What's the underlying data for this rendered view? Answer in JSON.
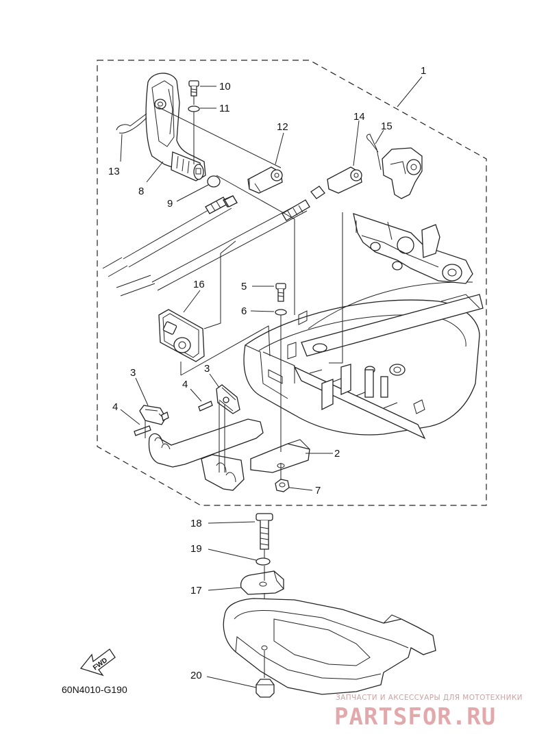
{
  "callouts": [
    {
      "id": "1",
      "text": "1"
    },
    {
      "id": "2",
      "text": "2"
    },
    {
      "id": "3a",
      "text": "3"
    },
    {
      "id": "3b",
      "text": "3"
    },
    {
      "id": "4a",
      "text": "4"
    },
    {
      "id": "4b",
      "text": "4"
    },
    {
      "id": "5",
      "text": "5"
    },
    {
      "id": "6",
      "text": "6"
    },
    {
      "id": "7",
      "text": "7"
    },
    {
      "id": "8",
      "text": "8"
    },
    {
      "id": "9",
      "text": "9"
    },
    {
      "id": "10",
      "text": "10"
    },
    {
      "id": "11",
      "text": "11"
    },
    {
      "id": "12",
      "text": "12"
    },
    {
      "id": "13",
      "text": "13"
    },
    {
      "id": "14",
      "text": "14"
    },
    {
      "id": "15",
      "text": "15"
    },
    {
      "id": "16",
      "text": "16"
    },
    {
      "id": "17",
      "text": "17"
    },
    {
      "id": "18",
      "text": "18"
    },
    {
      "id": "19",
      "text": "19"
    },
    {
      "id": "20",
      "text": "20"
    }
  ],
  "fwd_label": "FWD",
  "diagram_code": "60N4010-G190",
  "watermark": {
    "tagline": "ЗАПЧАСТИ И АКСЕССУАРЫ ДЛЯ МОТОТЕХНИКИ",
    "brand": "PARTSFOR.RU"
  }
}
